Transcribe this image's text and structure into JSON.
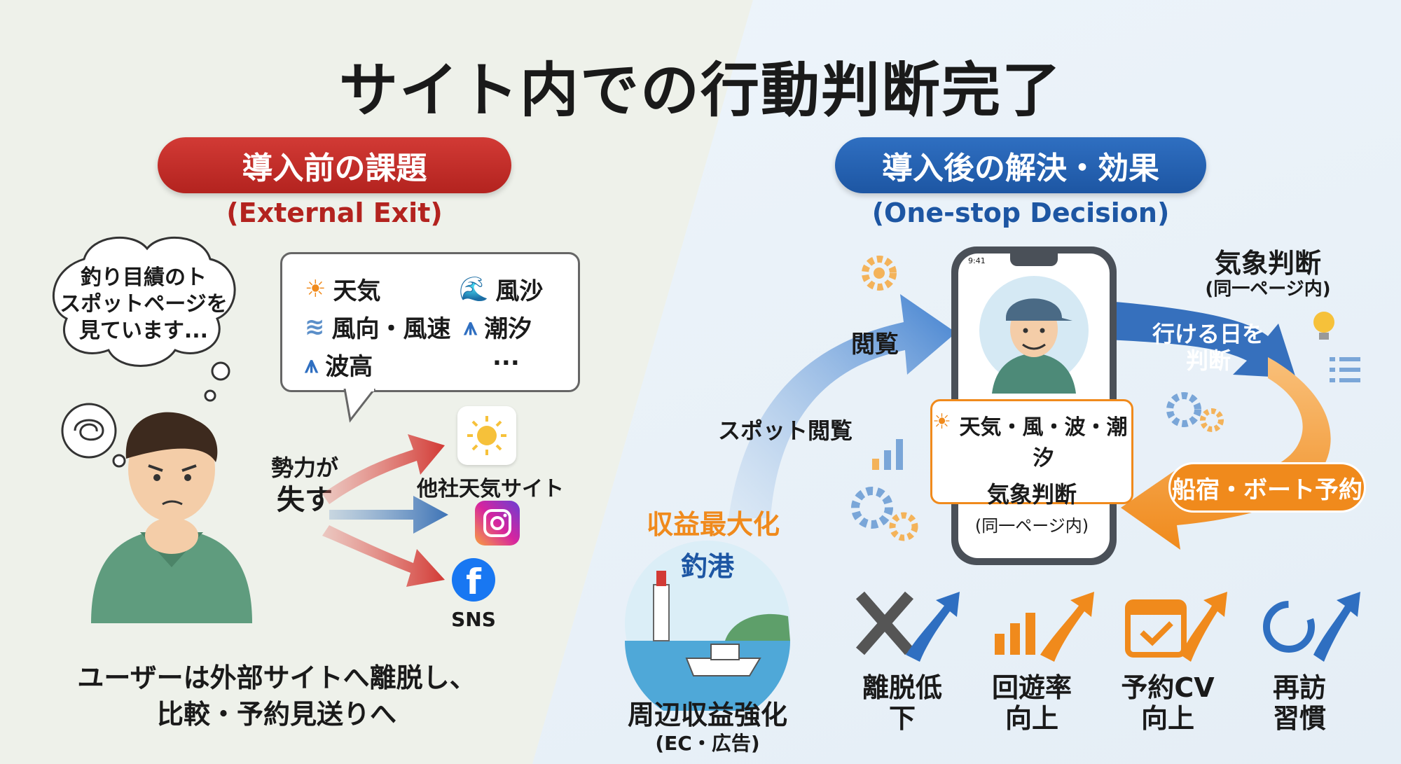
{
  "title": "サイト内での行動判断完了",
  "left": {
    "header": "導入前の課題",
    "subheader": "(External Exit)",
    "thought_bubble": [
      "釣り目績のト",
      "スポットページを",
      "見ています..."
    ],
    "weather_items": [
      "天気",
      "風沙",
      "風向・風速",
      "潮汐",
      "波高",
      "..."
    ],
    "loss_label": [
      "勢力が",
      "失す"
    ],
    "other_weather_site": "他社天気サイト",
    "sns_label": "SNS",
    "conclusion": [
      "ユーザーは外部サイトへ離脱し、",
      "比較・予約見送りへ"
    ]
  },
  "right": {
    "header": "導入後の解決・効果",
    "subheader": "(One-stop Decision)",
    "phone_time": "9:41",
    "browse": "閲覧",
    "spot_browse": "スポット閲覧",
    "weather_decision_title": "気象判断",
    "weather_decision_sub": "(同一ページ内)",
    "go_day": [
      "行ける日を",
      "判断"
    ],
    "box_line1": "天気・風・波・潮汐",
    "box_line2": "気象判断",
    "box_line3": "(同一ページ内)",
    "booking": "船宿・ボート予約",
    "revenue_max": "収益最大化",
    "port_label": "釣港",
    "revenue_text": "周辺収益強化",
    "revenue_sub": "(EC・広告)",
    "kpis": [
      {
        "line1": "離脱低",
        "line2": "下"
      },
      {
        "line1": "回遊率",
        "line2": "向上"
      },
      {
        "line1": "予約CV",
        "line2": "向上"
      },
      {
        "line1": "再訪",
        "line2": "習慣"
      }
    ]
  },
  "colors": {
    "red": "#b3231f",
    "blue": "#1d56a3",
    "orange": "#f08a1c"
  }
}
